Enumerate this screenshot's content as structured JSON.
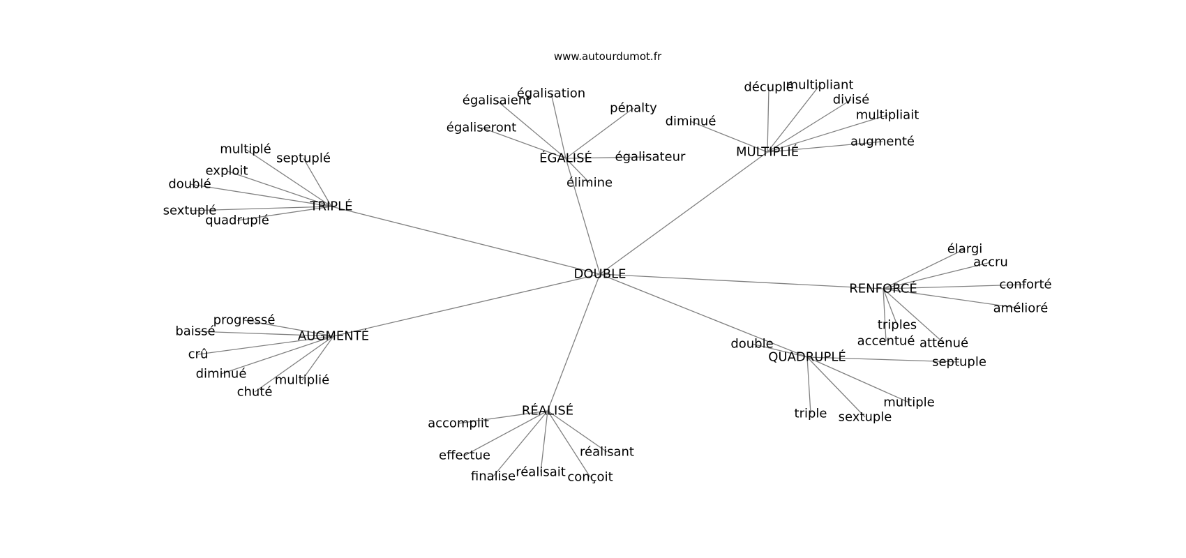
{
  "header": {
    "source_url": "www.autourdumot.fr"
  },
  "graph": {
    "root": "DOUBLE",
    "groups": [
      {
        "hub": "TRIPLÉ",
        "leaves": [
          "multiplé",
          "septuplé",
          "exploit",
          "doublé",
          "sextuplé",
          "quadruplé"
        ]
      },
      {
        "hub": "ÉGALISÉ",
        "leaves": [
          "égalisaient",
          "égalisation",
          "pénalty",
          "égaliseront",
          "égalisateur",
          "élimine"
        ]
      },
      {
        "hub": "MULTIPLIÉ",
        "leaves": [
          "décuplé",
          "multipliant",
          "divisé",
          "multipliait",
          "diminué",
          "augmenté"
        ]
      },
      {
        "hub": "RENFORCÉ",
        "leaves": [
          "élargi",
          "accru",
          "conforté",
          "amélioré",
          "triples",
          "accentué",
          "atténué"
        ]
      },
      {
        "hub": "QUADRUPLÉ",
        "leaves": [
          "double",
          "septuple",
          "multiple",
          "sextuple",
          "triple"
        ]
      },
      {
        "hub": "RÉALISÉ",
        "leaves": [
          "accomplit",
          "effectue",
          "finalise",
          "réalisait",
          "conçoit",
          "réalisant"
        ]
      },
      {
        "hub": "AUGMENTÉ",
        "leaves": [
          "progressé",
          "baissé",
          "crû",
          "diminué",
          "multiplié",
          "chuté"
        ]
      }
    ]
  }
}
